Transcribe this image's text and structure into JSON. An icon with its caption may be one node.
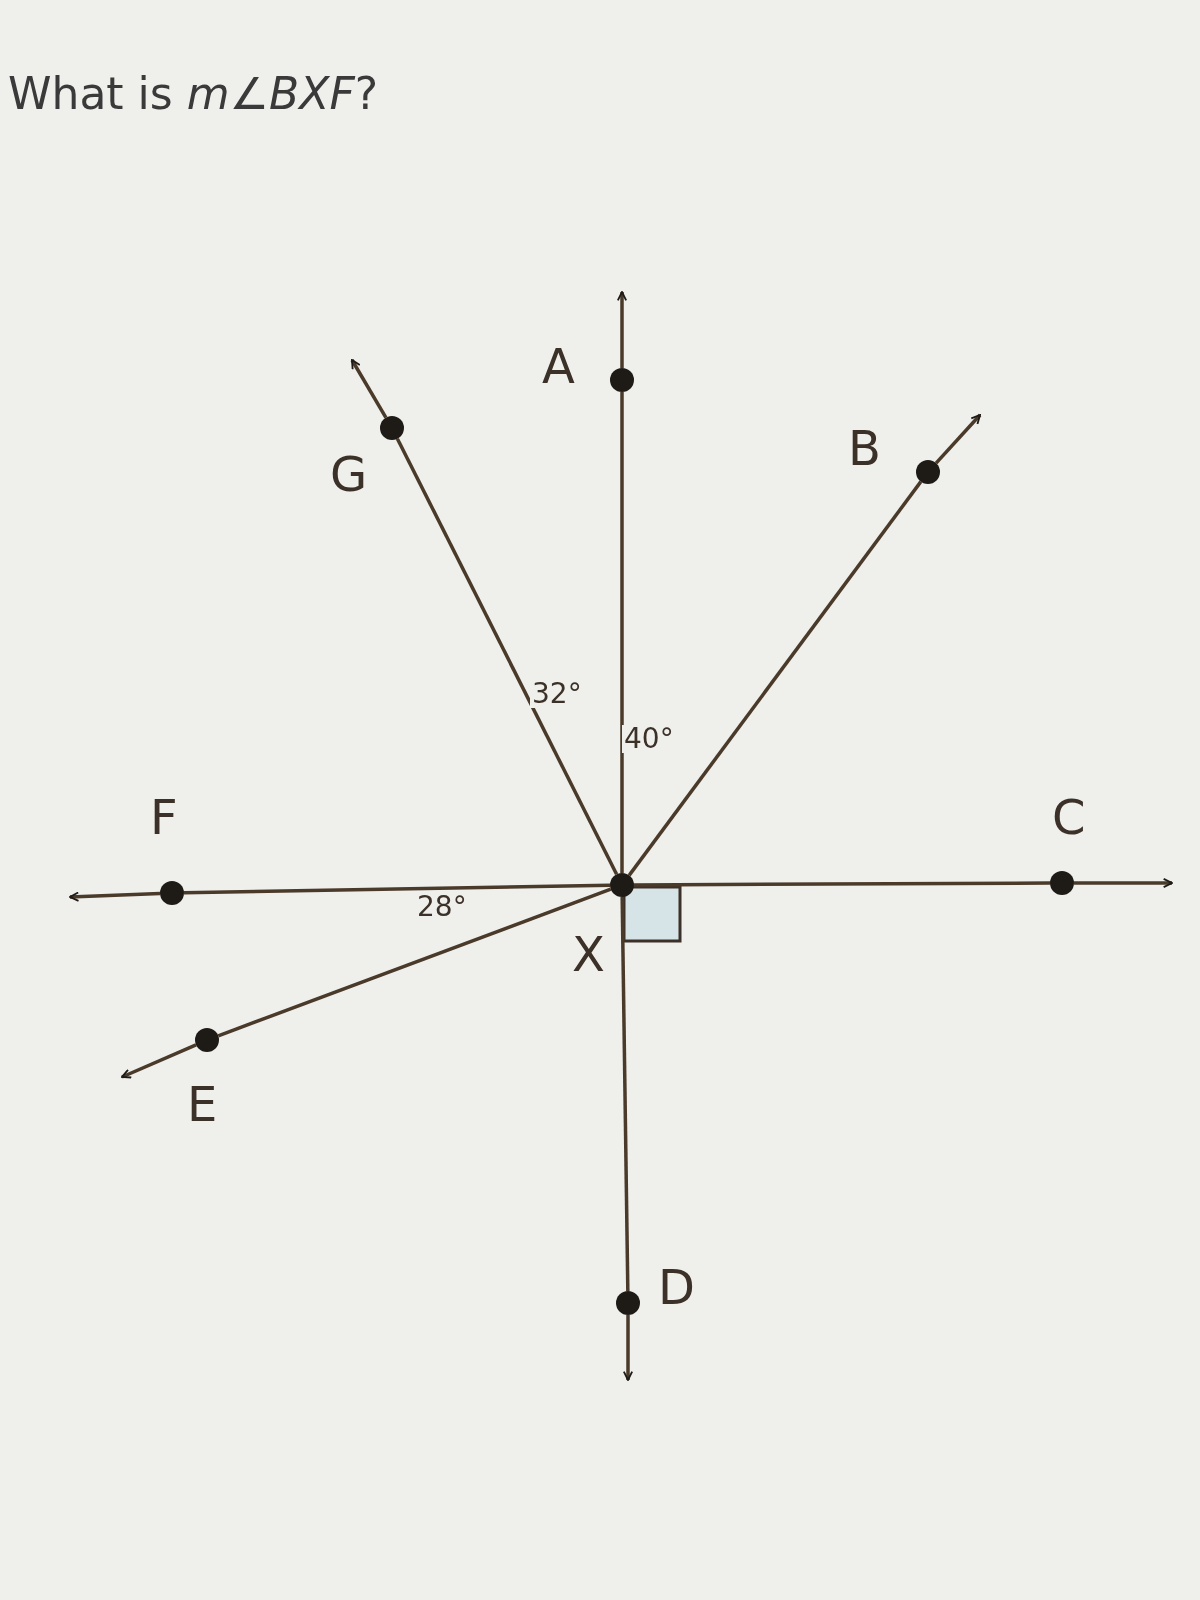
{
  "diagram": {
    "title": "What is *m*∠*BXF*?",
    "nodes": [
      {
        "text": [
          "X"
        ]
      },
      {
        "text": [
          "A"
        ]
      },
      {
        "text": [
          "B"
        ]
      },
      {
        "text": [
          "C"
        ]
      },
      {
        "text": [
          "D"
        ]
      },
      {
        "text": [
          "E"
        ]
      },
      {
        "text": [
          "F"
        ]
      },
      {
        "text": [
          "G"
        ]
      }
    ],
    "edges": [
      {
        "from": 0,
        "to": 1,
        "arrow": "none"
      },
      {
        "from": 1,
        "to": null,
        "arrow": "to"
      },
      {
        "from": 0,
        "to": 2,
        "arrow": "none"
      },
      {
        "from": 2,
        "to": null,
        "arrow": "to"
      },
      {
        "from": 0,
        "to": 3,
        "arrow": "none"
      },
      {
        "from": 3,
        "to": null,
        "arrow": "to"
      },
      {
        "from": 0,
        "to": 4,
        "arrow": "none"
      },
      {
        "from": 4,
        "to": null,
        "arrow": "to"
      },
      {
        "from": 0,
        "to": 5,
        "arrow": "none"
      },
      {
        "from": 5,
        "to": null,
        "arrow": "to"
      },
      {
        "from": 0,
        "to": 6,
        "arrow": "none"
      },
      {
        "from": 6,
        "to": null,
        "arrow": "to"
      },
      {
        "from": 0,
        "to": 7,
        "arrow": "none"
      },
      {
        "from": 7,
        "to": null,
        "arrow": "to"
      }
    ],
    "labels": [
      "32°",
      "40°",
      "28°"
    ]
  }
}
